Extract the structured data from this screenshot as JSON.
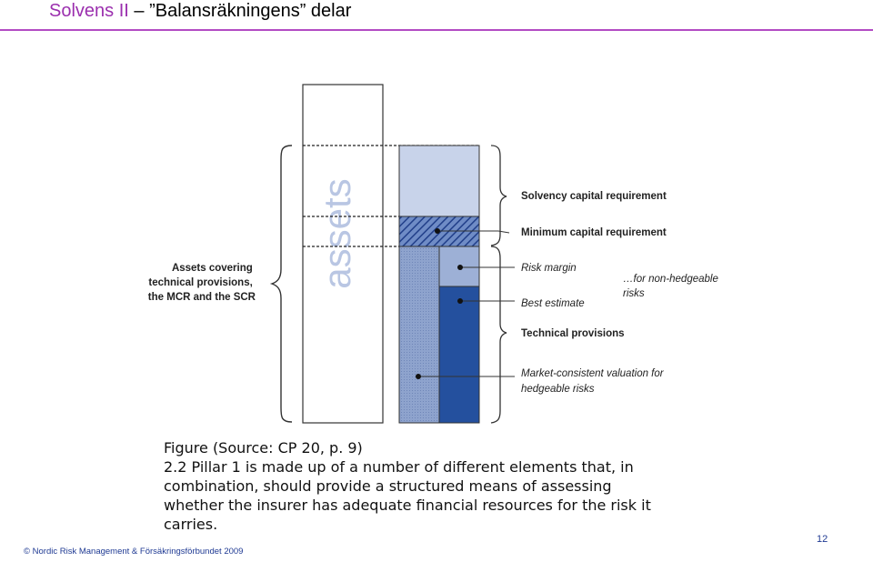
{
  "slide": {
    "title_part1": "Solvens II",
    "title_part2": " – ”Balansräkningens” delar",
    "page_number": "12",
    "footer": "© Nordic Risk Management & Försäkringsförbundet 2009"
  },
  "diagram": {
    "assets_label": "assets",
    "left_brace_label": [
      "Assets covering",
      "technical provisions,",
      "the MCR and the SCR"
    ],
    "labels": {
      "scr": "Solvency capital requirement",
      "mcr": "Minimum capital requirement",
      "risk_margin": "Risk margin",
      "best_estimate": "Best estimate",
      "technical_provisions": "Technical provisions",
      "market_consistent": [
        "Market-consistent valuation for",
        "hedgeable risks"
      ],
      "non_hedgeable": [
        "…for non-hedgeable",
        "risks"
      ]
    },
    "colors": {
      "scr_fill": "#c8d3ea",
      "mcr_fill": "#3c5ca8",
      "hedgeable_fill": "#8aa0cb",
      "risk_margin_fill": "#9db0d6",
      "best_estimate_fill": "#24509e",
      "stroke": "#333333"
    }
  },
  "caption": [
    "Figure (Source: CP 20, p. 9)",
    "2.2 Pillar 1 is made up of a number of different elements that, in",
    "combination, should provide a structured means of assessing",
    "whether the insurer has adequate financial resources for the risk it",
    "carries."
  ]
}
